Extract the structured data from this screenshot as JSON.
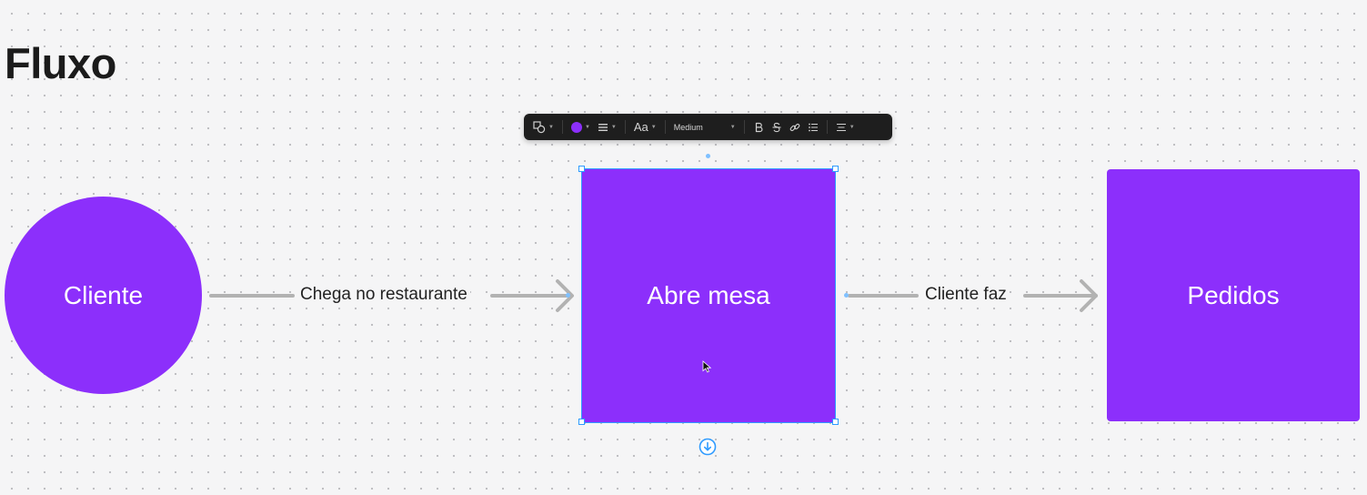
{
  "board": {
    "title": "Fluxo"
  },
  "colors": {
    "shape_fill": "#8c2ffb",
    "selection": "#2f9bff",
    "connector": "#b2b2b2",
    "toolbar_bg": "#1e1e1e"
  },
  "toolbar": {
    "shape_icon": "shapes-icon",
    "fill_color": "#8c2ffb",
    "stroke_icon": "stroke-weight-icon",
    "font_label": "Aa",
    "font_weight": "Medium",
    "bold_icon": "bold-icon",
    "strikethrough_icon": "strikethrough-icon",
    "link_icon": "link-icon",
    "list_icon": "bullet-list-icon",
    "align_icon": "text-align-icon"
  },
  "shapes": {
    "cliente": "Cliente",
    "abre_mesa": "Abre mesa",
    "pedidos": "Pedidos"
  },
  "connectors": {
    "first_label": "Chega no restaurante",
    "second_label": "Cliente faz"
  },
  "selection": {
    "selected_shape": "Abre mesa"
  }
}
